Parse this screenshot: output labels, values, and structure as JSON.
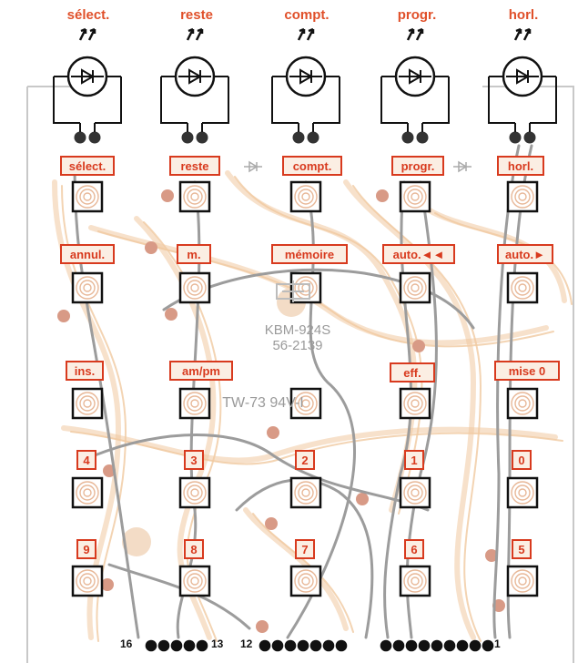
{
  "led_labels": [
    "sélect.",
    "reste",
    "compt.",
    "progr.",
    "horl."
  ],
  "key_rows": [
    [
      "sélect.",
      "reste",
      "compt.",
      "progr.",
      "horl."
    ],
    [
      "annul.",
      "m.",
      "mémoire",
      "auto.◄◄",
      "auto.►"
    ],
    [
      "ins.",
      "am/pm",
      "",
      "eff.",
      "mise 0"
    ],
    [
      "4",
      "3",
      "2",
      "1",
      "0"
    ],
    [
      "9",
      "8",
      "7",
      "6",
      "5"
    ]
  ],
  "silkscreen": {
    "chip_id": "KBM-924S",
    "chip_code": "56-2139",
    "board_rating": "TW-73 94V-I"
  },
  "connector_pins": {
    "left_start": "16",
    "left_end": "13",
    "middle_start": "12",
    "right_end": "1"
  },
  "colors": {
    "label_red": "#d83a1e",
    "board_trace": "#f0c9a0",
    "wire_gray": "#9c9c9c"
  }
}
